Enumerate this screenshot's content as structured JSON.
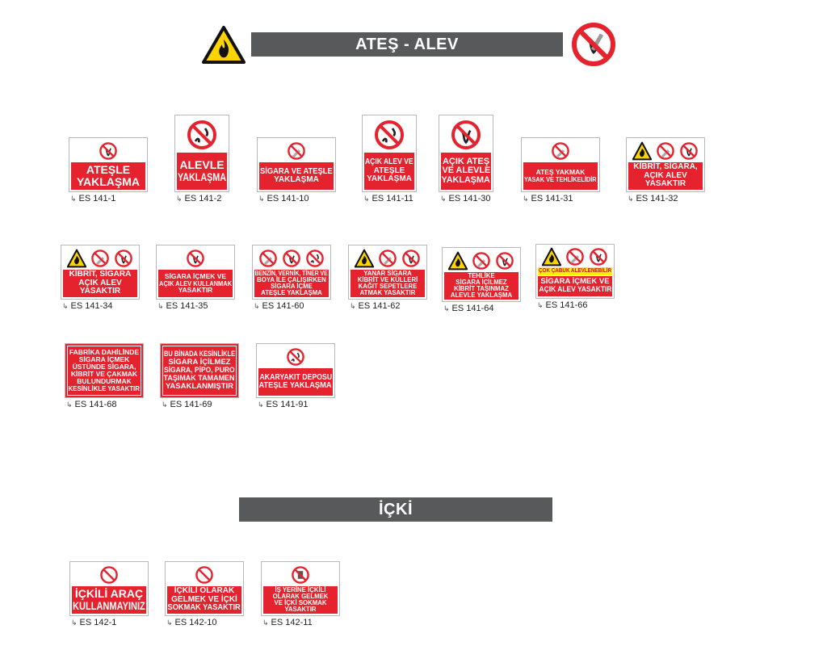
{
  "sections": [
    {
      "title": "ATEŞ - ALEV"
    },
    {
      "title": "İÇKİ"
    }
  ],
  "colors": {
    "red": "#e4232f",
    "bar": "#58595b",
    "warning": "#fbd400",
    "banner": "#fff200"
  },
  "signs": [
    {
      "code": "ES 141-1",
      "lines": [
        "ATEŞLE",
        "YAKLAŞMA"
      ],
      "icons": [
        "no-fire"
      ]
    },
    {
      "code": "ES 141-2",
      "lines": [
        "ALEVLE",
        "YAKLAŞMA"
      ],
      "icons": [
        "no-open-flame"
      ]
    },
    {
      "code": "ES 141-10",
      "lines": [
        "SİGARA VE ATEŞLE",
        "YAKLAŞMA"
      ],
      "icons": [
        "no-smoking"
      ]
    },
    {
      "code": "ES 141-11",
      "lines": [
        "AÇIK ALEV VE",
        "ATEŞLE",
        "YAKLAŞMA"
      ],
      "icons": [
        "no-open-flame"
      ]
    },
    {
      "code": "ES 141-30",
      "lines": [
        "AÇIK ATEŞ",
        "VE ALEVLE",
        "YAKLAŞMA"
      ],
      "icons": [
        "no-fire"
      ]
    },
    {
      "code": "ES 141-31",
      "lines": [
        "ATEŞ YAKMAK",
        "YASAK VE TEHLİKELİDİR"
      ],
      "icons": [
        "no-smoking"
      ]
    },
    {
      "code": "ES 141-32",
      "lines": [
        "KİBRİT, SİGARA,",
        "AÇIK ALEV",
        "YASAKTIR"
      ],
      "icons": [
        "flammable-warning",
        "no-smoking",
        "no-fire"
      ]
    },
    {
      "code": "ES 141-34",
      "lines": [
        "KİBRİT, SİGARA",
        "AÇIK ALEV",
        "YASAKTIR"
      ],
      "icons": [
        "flammable-warning",
        "no-smoking",
        "no-fire"
      ]
    },
    {
      "code": "ES 141-35",
      "lines": [
        "SİGARA İÇMEK VE",
        "AÇIK ALEV KULLANMAK",
        "YASAKTIR"
      ],
      "icons": [
        "no-fire"
      ]
    },
    {
      "code": "ES 141-60",
      "lines": [
        "BENZİN, VERNİK, TİNER VE",
        "BOYA İLE ÇALIŞIRKEN",
        "SİGARA İÇME",
        "ATEŞLE YAKLAŞMA"
      ],
      "icons": [
        "no-smoking",
        "no-fire",
        "no-open-flame"
      ]
    },
    {
      "code": "ES 141-62",
      "lines": [
        "YANAR SİGARA",
        "KİBRİT VE KÜLLERİ",
        "KAĞIT SEPETLERE",
        "ATMAK YASAKTIR"
      ],
      "icons": [
        "flammable-warning",
        "no-smoking",
        "no-fire"
      ]
    },
    {
      "code": "ES 141-64",
      "lines": [
        "TEHLİKE",
        "SİGARA İÇİLMEZ",
        "KİBRİT TAŞINMAZ",
        "ALEVLE YAKLAŞMA"
      ],
      "icons": [
        "flammable-warning",
        "no-smoking",
        "no-fire"
      ]
    },
    {
      "code": "ES 141-66",
      "banner": "ÇOK ÇABUK ALEVLENEBİLİR",
      "lines": [
        "SİGARA İÇMEK VE",
        "AÇIK ALEV YASAKTIR"
      ],
      "icons": [
        "flammable-warning",
        "no-smoking",
        "no-fire"
      ]
    },
    {
      "code": "ES 141-68",
      "lines": [
        "FABRİKA DAHİLİNDE",
        "SİGARA İÇMEK",
        "ÜSTÜNDE SİGARA,",
        "KİBRİT VE ÇAKMAK",
        "BULUNDURMAK",
        "KESİNLİKLE YASAKTIR"
      ],
      "icons": []
    },
    {
      "code": "ES 141-69",
      "lines": [
        "BU BİNADA KESİNLİKLE",
        "SİGARA İÇİLMEZ",
        "SİGARA, PİPO, PURO",
        "TAŞIMAK TAMAMEN",
        "YASAKLANMIŞTIR"
      ],
      "icons": []
    },
    {
      "code": "ES 141-91",
      "lines": [
        "AKARYAKIT DEPOSU",
        "ATEŞLE YAKLAŞMA"
      ],
      "icons": [
        "no-open-flame"
      ]
    },
    {
      "code": "ES 142-1",
      "lines": [
        "İÇKİLİ ARAÇ",
        "KULLANMAYINIZ"
      ],
      "icons": [
        "prohibition"
      ]
    },
    {
      "code": "ES 142-10",
      "lines": [
        "İÇKİLİ OLARAK",
        "GELMEK VE İÇKİ",
        "SOKMAK YASAKTIR"
      ],
      "icons": [
        "prohibition"
      ]
    },
    {
      "code": "ES 142-11",
      "lines": [
        "İŞ YERİNE İÇKİLİ",
        "OLARAK GELMEK",
        "VE İÇKİ SOKMAK",
        "YASAKTIR"
      ],
      "icons": [
        "no-drinking"
      ]
    }
  ]
}
